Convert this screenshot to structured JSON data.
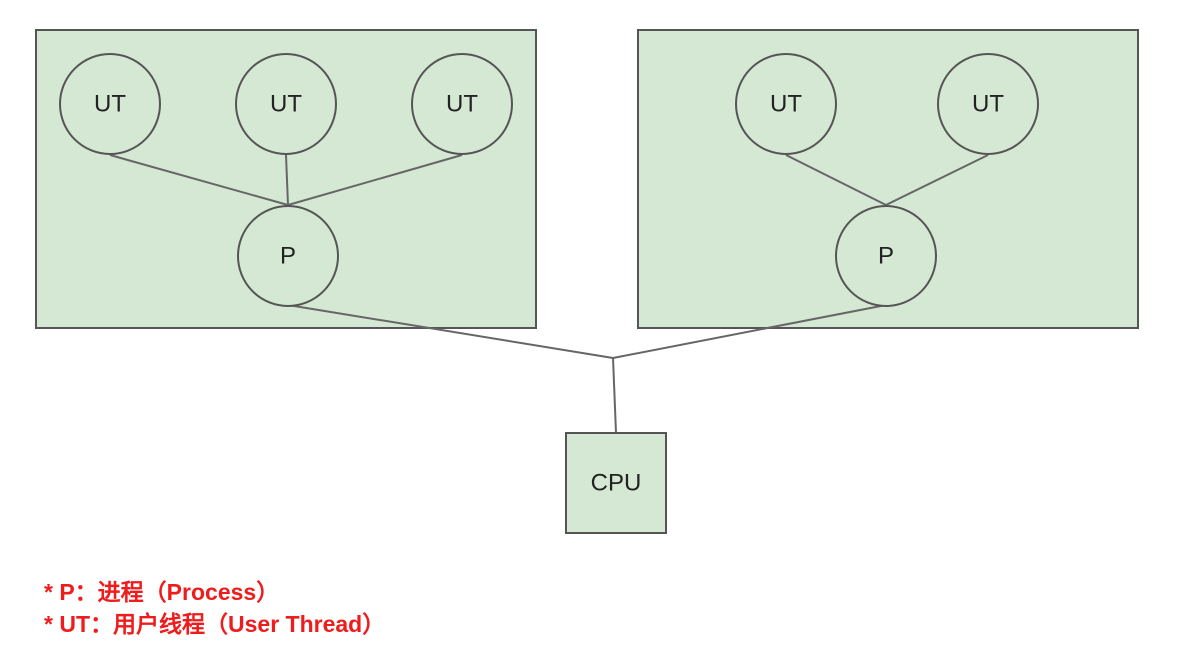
{
  "colors": {
    "box_fill": "#d5e8d4",
    "box_stroke": "#555555",
    "line": "#666666",
    "legend_text": "#ee1c1c"
  },
  "process_groups": [
    {
      "threads": [
        {
          "label": "UT"
        },
        {
          "label": "UT"
        },
        {
          "label": "UT"
        }
      ],
      "process": {
        "label": "P"
      }
    },
    {
      "threads": [
        {
          "label": "UT"
        },
        {
          "label": "UT"
        }
      ],
      "process": {
        "label": "P"
      }
    }
  ],
  "cpu": {
    "label": "CPU"
  },
  "legend": [
    {
      "text": "* P：进程（Process）"
    },
    {
      "text": "* UT：用户线程（User Thread）"
    }
  ]
}
